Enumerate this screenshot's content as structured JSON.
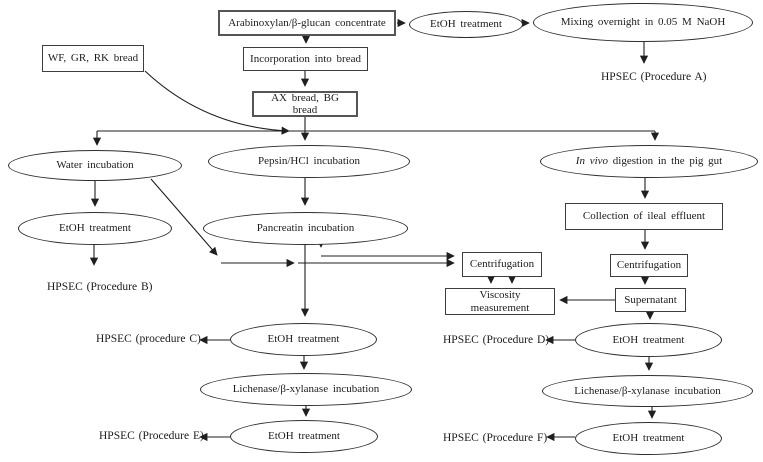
{
  "diagram": {
    "colors": {
      "line": "#1f1f1f",
      "shape_border": "#3d3d3d",
      "text": "#1c1c1c",
      "background": "#ffffff"
    },
    "nodes": {
      "arabinoxylan": "Arabinoxylan/β-glucan concentrate",
      "etoh_top": "EtOH treatment",
      "mixing_naoh": "Mixing overnight in 0.05 M NaOH",
      "incorporation": "Incorporation into bread",
      "ax_bg_bread": "AX bread, BG bread",
      "wf_gr_rk_bread": "WF, GR, RK bread",
      "water_incubation": "Water incubation",
      "etoh_left": "EtOH treatment",
      "pepsin": "Pepsin/HCl incubation",
      "pancreatin": "Pancreatin incubation",
      "invivo_italic": "In vivo",
      "invivo_rest": " digestion in the pig gut",
      "collection": "Collection of ileal effluent",
      "centrifugation_mid": "Centrifugation",
      "viscosity": "Viscosity measurement",
      "centrifugation_right": "Centrifugation",
      "supernatant": "Supernatant",
      "etoh_center": "EtOH treatment",
      "etoh_right": "EtOH treatment",
      "lichenase_center": "Lichenase/β-xylanase incubation",
      "lichenase_right": "Lichenase/β-xylanase incubation",
      "etoh_center_bottom": "EtOH treatment",
      "etoh_right_bottom": "EtOH treatment"
    },
    "labels": {
      "hpsec_a": "HPSEC (Procedure A)",
      "hpsec_b": "HPSEC (Procedure B)",
      "hpsec_c": "HPSEC (procedure C)",
      "hpsec_d": "HPSEC (Procedure D)",
      "hpsec_e": "HPSEC (Procedure E)",
      "hpsec_f": "HPSEC (Procedure F)"
    }
  }
}
